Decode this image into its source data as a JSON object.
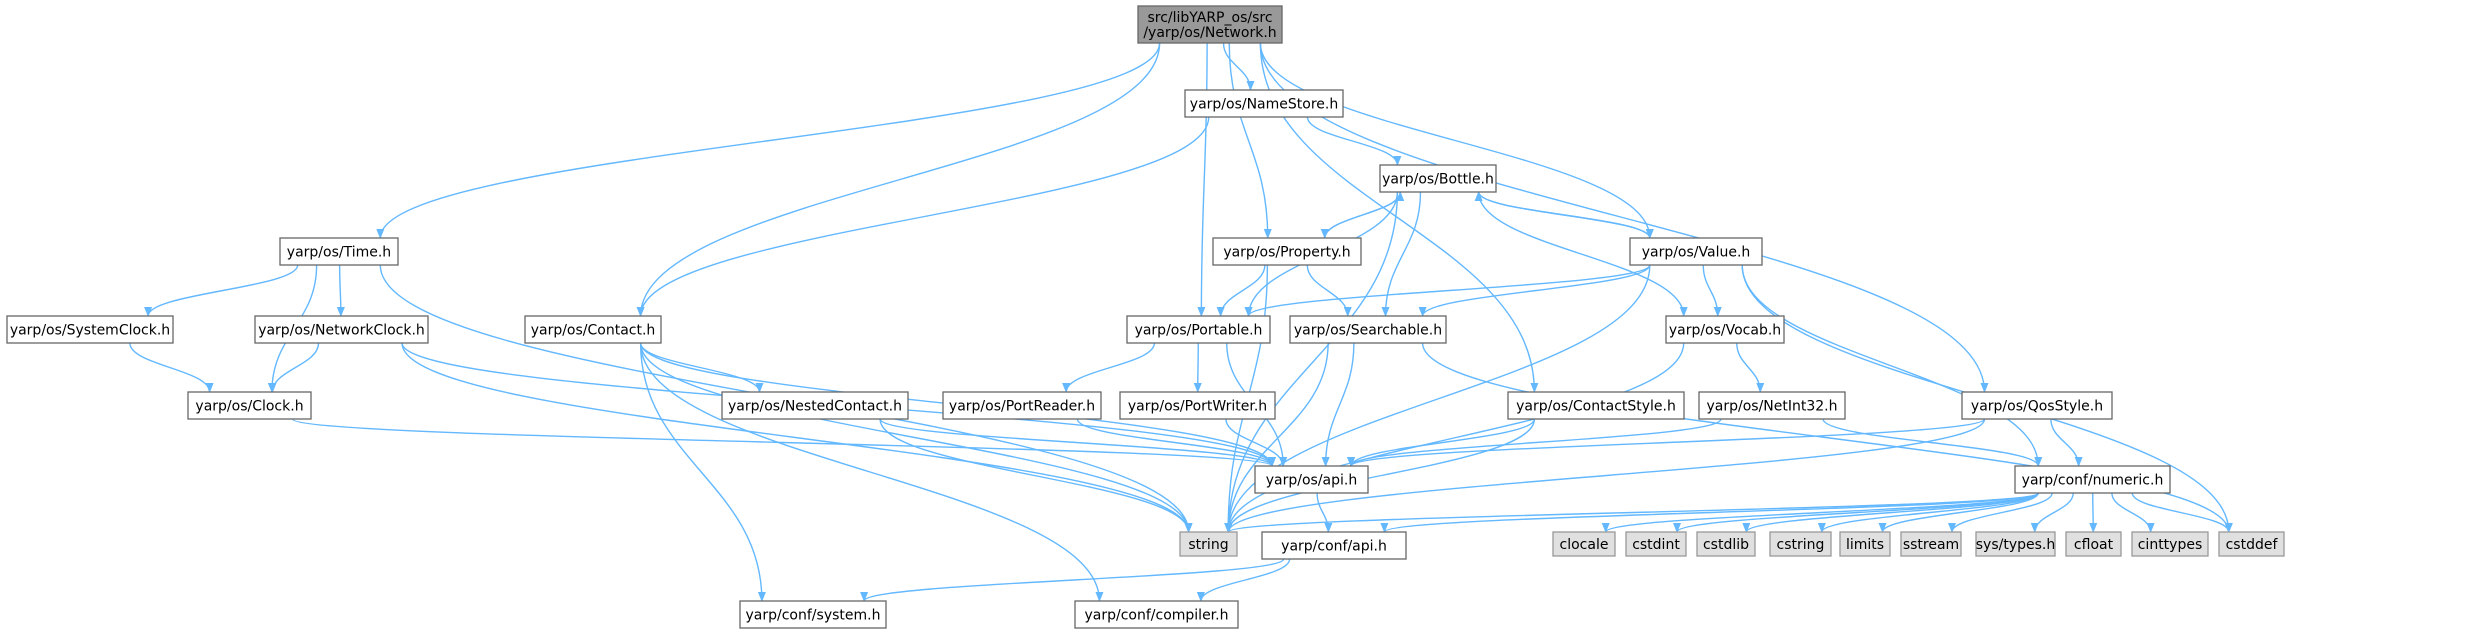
{
  "nodes": [
    {
      "id": "root",
      "lines": [
        "src/libYARP_os/src",
        "/yarp/os/Network.h"
      ],
      "kind": "root"
    },
    {
      "id": "namestore",
      "lines": [
        "yarp/os/NameStore.h"
      ],
      "kind": "normal"
    },
    {
      "id": "bottle",
      "lines": [
        "yarp/os/Bottle.h"
      ],
      "kind": "normal"
    },
    {
      "id": "time",
      "lines": [
        "yarp/os/Time.h"
      ],
      "kind": "normal"
    },
    {
      "id": "property",
      "lines": [
        "yarp/os/Property.h"
      ],
      "kind": "normal"
    },
    {
      "id": "value",
      "lines": [
        "yarp/os/Value.h"
      ],
      "kind": "normal"
    },
    {
      "id": "systemclock",
      "lines": [
        "yarp/os/SystemClock.h"
      ],
      "kind": "normal"
    },
    {
      "id": "networkclock",
      "lines": [
        "yarp/os/NetworkClock.h"
      ],
      "kind": "normal"
    },
    {
      "id": "contact",
      "lines": [
        "yarp/os/Contact.h"
      ],
      "kind": "normal"
    },
    {
      "id": "portable",
      "lines": [
        "yarp/os/Portable.h"
      ],
      "kind": "normal"
    },
    {
      "id": "searchable",
      "lines": [
        "yarp/os/Searchable.h"
      ],
      "kind": "normal"
    },
    {
      "id": "vocab",
      "lines": [
        "yarp/os/Vocab.h"
      ],
      "kind": "normal"
    },
    {
      "id": "clock",
      "lines": [
        "yarp/os/Clock.h"
      ],
      "kind": "normal"
    },
    {
      "id": "nestedcontact",
      "lines": [
        "yarp/os/NestedContact.h"
      ],
      "kind": "normal"
    },
    {
      "id": "portreader",
      "lines": [
        "yarp/os/PortReader.h"
      ],
      "kind": "normal"
    },
    {
      "id": "portwriter",
      "lines": [
        "yarp/os/PortWriter.h"
      ],
      "kind": "normal"
    },
    {
      "id": "contactstyle",
      "lines": [
        "yarp/os/ContactStyle.h"
      ],
      "kind": "normal"
    },
    {
      "id": "netint32",
      "lines": [
        "yarp/os/NetInt32.h"
      ],
      "kind": "normal"
    },
    {
      "id": "qosstyle",
      "lines": [
        "yarp/os/QosStyle.h"
      ],
      "kind": "normal"
    },
    {
      "id": "osapi",
      "lines": [
        "yarp/os/api.h"
      ],
      "kind": "normal"
    },
    {
      "id": "numeric",
      "lines": [
        "yarp/conf/numeric.h"
      ],
      "kind": "normal"
    },
    {
      "id": "string",
      "lines": [
        "string"
      ],
      "kind": "system"
    },
    {
      "id": "confapi",
      "lines": [
        "yarp/conf/api.h"
      ],
      "kind": "normal"
    },
    {
      "id": "clocale",
      "lines": [
        "clocale"
      ],
      "kind": "system"
    },
    {
      "id": "cstdint",
      "lines": [
        "cstdint"
      ],
      "kind": "system"
    },
    {
      "id": "cstdlib",
      "lines": [
        "cstdlib"
      ],
      "kind": "system"
    },
    {
      "id": "cstring",
      "lines": [
        "cstring"
      ],
      "kind": "system"
    },
    {
      "id": "limits",
      "lines": [
        "limits"
      ],
      "kind": "system"
    },
    {
      "id": "sstream",
      "lines": [
        "sstream"
      ],
      "kind": "system"
    },
    {
      "id": "systypes",
      "lines": [
        "sys/types.h"
      ],
      "kind": "system"
    },
    {
      "id": "cfloat",
      "lines": [
        "cfloat"
      ],
      "kind": "system"
    },
    {
      "id": "cinttypes",
      "lines": [
        "cinttypes"
      ],
      "kind": "system"
    },
    {
      "id": "cstddef",
      "lines": [
        "cstddef"
      ],
      "kind": "system"
    },
    {
      "id": "confsystem",
      "lines": [
        "yarp/conf/system.h"
      ],
      "kind": "normal"
    },
    {
      "id": "confcompiler",
      "lines": [
        "yarp/conf/compiler.h"
      ],
      "kind": "normal"
    }
  ],
  "edges": [
    [
      "root",
      "namestore"
    ],
    [
      "root",
      "time"
    ],
    [
      "root",
      "property"
    ],
    [
      "root",
      "value"
    ],
    [
      "root",
      "contact"
    ],
    [
      "root",
      "portable"
    ],
    [
      "root",
      "contactstyle"
    ],
    [
      "root",
      "qosstyle"
    ],
    [
      "namestore",
      "bottle"
    ],
    [
      "namestore",
      "contact"
    ],
    [
      "bottle",
      "property"
    ],
    [
      "bottle",
      "value"
    ],
    [
      "bottle",
      "portable"
    ],
    [
      "bottle",
      "searchable"
    ],
    [
      "bottle",
      "vocab"
    ],
    [
      "bottle",
      "string"
    ],
    [
      "property",
      "bottle"
    ],
    [
      "property",
      "portable"
    ],
    [
      "property",
      "searchable"
    ],
    [
      "property",
      "string"
    ],
    [
      "value",
      "bottle"
    ],
    [
      "value",
      "portable"
    ],
    [
      "value",
      "searchable"
    ],
    [
      "value",
      "vocab"
    ],
    [
      "value",
      "string"
    ],
    [
      "value",
      "numeric"
    ],
    [
      "value",
      "cstddef"
    ],
    [
      "time",
      "systemclock"
    ],
    [
      "time",
      "networkclock"
    ],
    [
      "time",
      "clock"
    ],
    [
      "time",
      "string"
    ],
    [
      "systemclock",
      "clock"
    ],
    [
      "networkclock",
      "clock"
    ],
    [
      "networkclock",
      "osapi"
    ],
    [
      "networkclock",
      "string"
    ],
    [
      "clock",
      "osapi"
    ],
    [
      "contact",
      "nestedcontact"
    ],
    [
      "contact",
      "string"
    ],
    [
      "contact",
      "confsystem"
    ],
    [
      "contact",
      "confcompiler"
    ],
    [
      "contact",
      "osapi"
    ],
    [
      "nestedcontact",
      "osapi"
    ],
    [
      "nestedcontact",
      "string"
    ],
    [
      "portable",
      "portreader"
    ],
    [
      "portable",
      "portwriter"
    ],
    [
      "portable",
      "osapi"
    ],
    [
      "portreader",
      "osapi"
    ],
    [
      "portwriter",
      "osapi"
    ],
    [
      "searchable",
      "osapi"
    ],
    [
      "searchable",
      "string"
    ],
    [
      "searchable",
      "cstddef"
    ],
    [
      "vocab",
      "netint32"
    ],
    [
      "vocab",
      "string"
    ],
    [
      "netint32",
      "numeric"
    ],
    [
      "netint32",
      "osapi"
    ],
    [
      "contactstyle",
      "osapi"
    ],
    [
      "contactstyle",
      "string"
    ],
    [
      "qosstyle",
      "osapi"
    ],
    [
      "qosstyle",
      "numeric"
    ],
    [
      "qosstyle",
      "string"
    ],
    [
      "osapi",
      "confapi"
    ],
    [
      "numeric",
      "string"
    ],
    [
      "numeric",
      "confapi"
    ],
    [
      "numeric",
      "clocale"
    ],
    [
      "numeric",
      "cstdint"
    ],
    [
      "numeric",
      "cstdlib"
    ],
    [
      "numeric",
      "cstring"
    ],
    [
      "numeric",
      "limits"
    ],
    [
      "numeric",
      "sstream"
    ],
    [
      "numeric",
      "systypes"
    ],
    [
      "numeric",
      "cfloat"
    ],
    [
      "numeric",
      "cinttypes"
    ],
    [
      "numeric",
      "cstddef"
    ],
    [
      "confapi",
      "confsystem"
    ],
    [
      "confapi",
      "confcompiler"
    ]
  ],
  "colors": {
    "root_fill": "#999999",
    "root_stroke": "#666666",
    "normal_fill": "#ffffff",
    "normal_stroke": "#666666",
    "system_fill": "#e0e0e0",
    "system_stroke": "#999999",
    "edge": "#63b8ff"
  }
}
